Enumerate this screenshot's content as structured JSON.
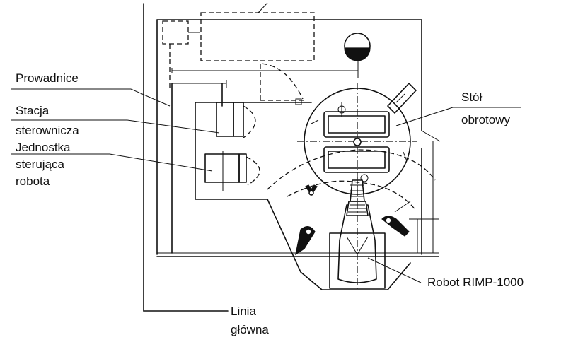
{
  "labels": {
    "guides": "Prowadnice",
    "control_station_1": "Stacja",
    "control_station_2": "sterownicza",
    "robot_control_unit_1": "Jednostka",
    "robot_control_unit_2": "sterująca",
    "robot_control_unit_3": "robota",
    "rotary_table_1": "Stół",
    "rotary_table_2": "obrotowy",
    "robot": "Robot  RIMP-1000",
    "main_line_1": "Linia",
    "main_line_2": "główna"
  },
  "colors": {
    "ink": "#111111",
    "background": "#ffffff"
  }
}
